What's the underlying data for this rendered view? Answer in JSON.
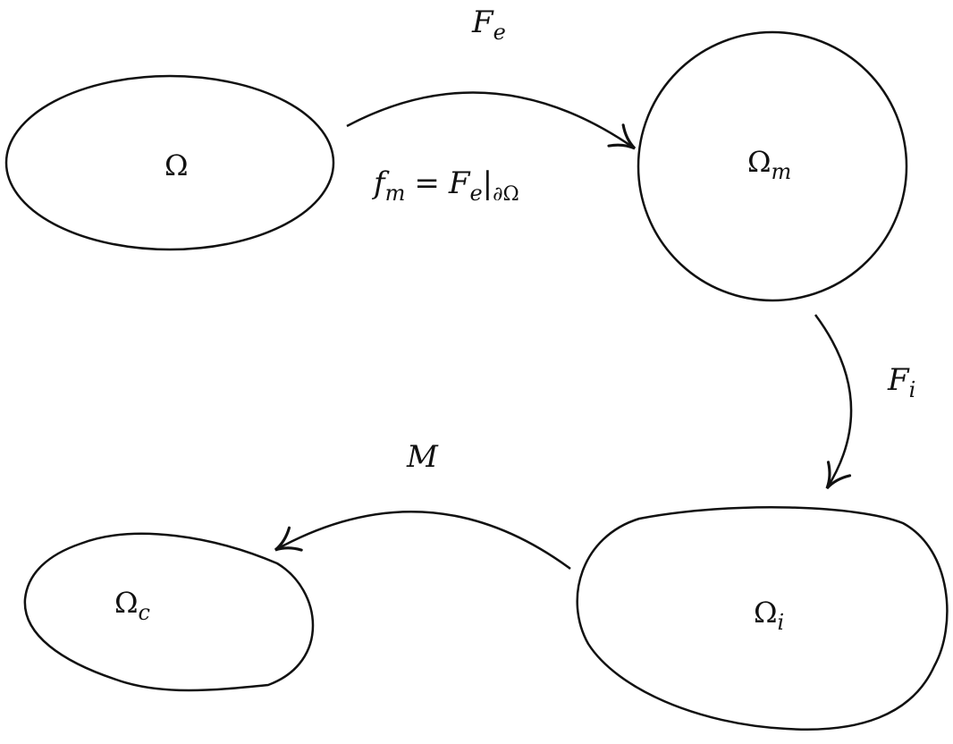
{
  "colors": {
    "stroke": "#111111",
    "background": "#ffffff"
  },
  "diagram": {
    "nodes": {
      "omega": {
        "symbol": "Ω",
        "subscript": ""
      },
      "omega_m": {
        "symbol": "Ω",
        "subscript": "m"
      },
      "omega_i": {
        "symbol": "Ω",
        "subscript": "i"
      },
      "omega_c": {
        "symbol": "Ω",
        "subscript": "c"
      }
    },
    "edges": {
      "fe": {
        "symbol": "F",
        "subscript": "e",
        "from": "Ω",
        "to": "Ω_m"
      },
      "fi": {
        "symbol": "F",
        "subscript": "i",
        "from": "Ω_m",
        "to": "Ω_i"
      },
      "m": {
        "symbol": "M",
        "subscript": "",
        "from": "Ω_i",
        "to": "Ω_c"
      }
    },
    "formula": {
      "lhs_symbol": "f",
      "lhs_subscript": "m",
      "equals": "=",
      "rhs_symbol": "F",
      "rhs_subscript": "e",
      "restriction": "|",
      "restriction_subscript": "∂Ω"
    }
  }
}
